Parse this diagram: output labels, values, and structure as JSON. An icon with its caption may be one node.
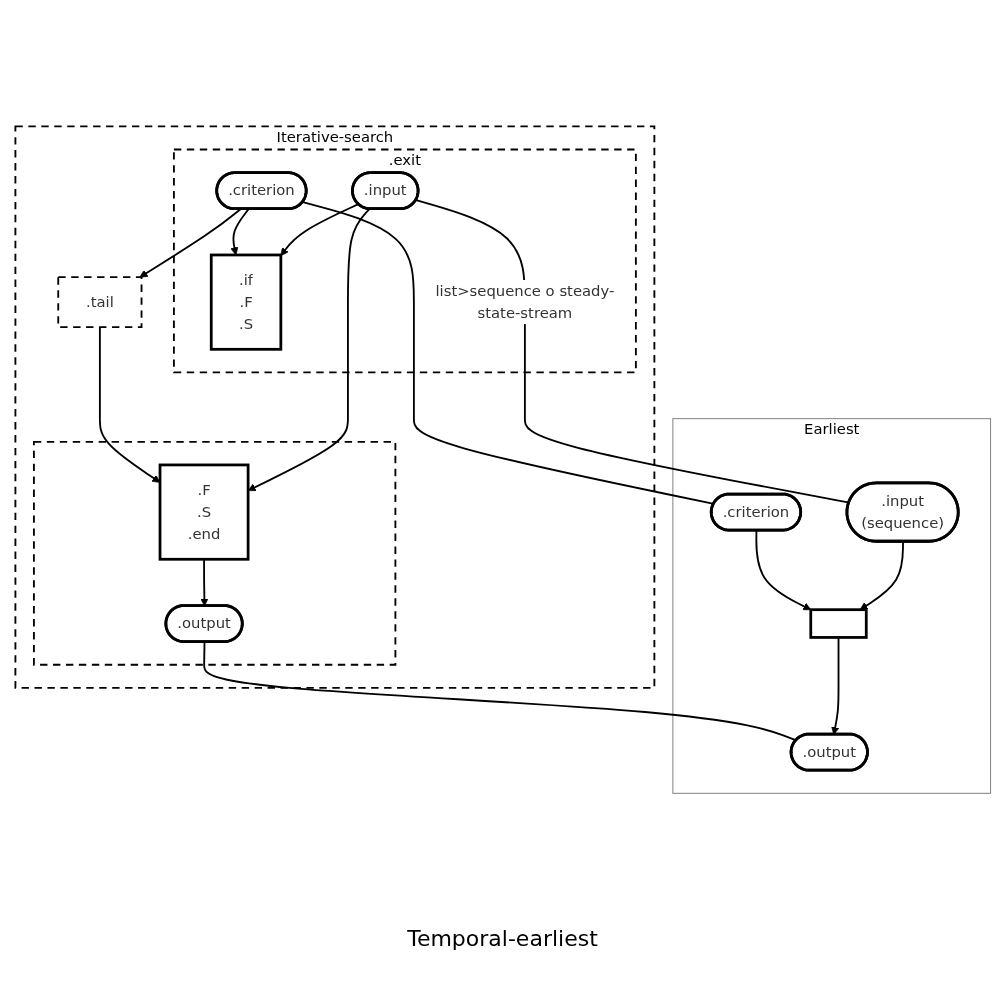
{
  "diagram": {
    "caption": "Temporal-earliest",
    "nodes": [
      {
        "text": [
          "Iterative-search"
        ]
      },
      {
        "text": [
          ".exit"
        ],
        "in": 0
      },
      {
        "text": [
          ".criterion"
        ],
        "in": 1
      },
      {
        "text": [
          ".input"
        ],
        "in": 1
      },
      {
        "text": [
          ".if",
          ".F",
          ".S"
        ],
        "in": 1
      },
      {
        "text": [
          ".tail"
        ],
        "in": 0
      },
      {
        "text": [],
        "shape": "box",
        "in": 0
      },
      {
        "text": [
          ".F",
          ".S",
          ".end"
        ],
        "in": 6
      },
      {
        "text": [
          ".output"
        ],
        "in": 6
      },
      {
        "text": [
          "Earliest"
        ]
      },
      {
        "text": [
          ".criterion"
        ],
        "in": 9
      },
      {
        "text": [
          ".input",
          "(sequence)"
        ],
        "in": 9
      },
      {
        "text": [],
        "shape": "box",
        "in": 9
      },
      {
        "text": [
          ".output"
        ],
        "in": 9
      }
    ],
    "edges": [
      {
        "from": 2,
        "to": 4,
        "arrow": "to"
      },
      {
        "from": 3,
        "to": 4,
        "arrow": "to"
      },
      {
        "from": 2,
        "to": 5,
        "arrow": "to"
      },
      {
        "from": 5,
        "to": 7,
        "arrow": "to"
      },
      {
        "from": 3,
        "to": 7,
        "arrow": "to"
      },
      {
        "from": 7,
        "to": 8,
        "arrow": "to"
      },
      {
        "from": 3,
        "to": 11,
        "arrow": "none",
        "label": "list>sequence o steady-state-stream"
      },
      {
        "from": 2,
        "to": 10,
        "arrow": "none"
      },
      {
        "from": 8,
        "to": 13,
        "arrow": "none"
      },
      {
        "from": 10,
        "to": 12,
        "arrow": "to"
      },
      {
        "from": 11,
        "to": 12,
        "arrow": "to"
      },
      {
        "from": 12,
        "to": 13,
        "arrow": "to"
      }
    ]
  }
}
